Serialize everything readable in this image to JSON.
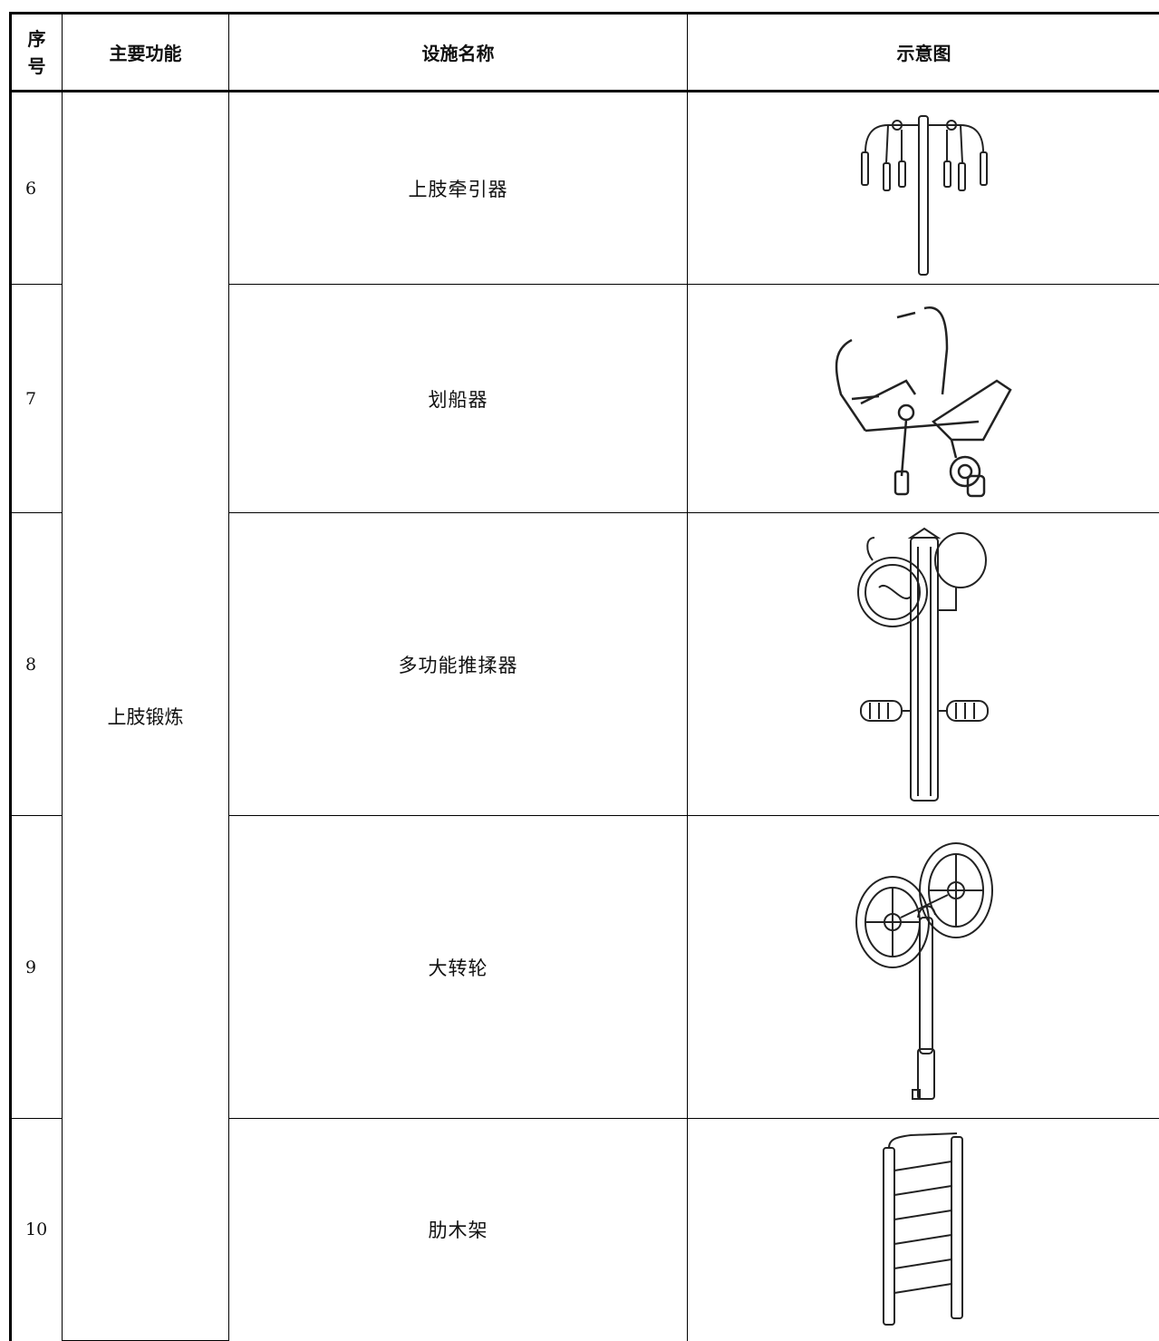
{
  "table": {
    "headers": {
      "no_line1": "序",
      "no_line2": "号",
      "function": "主要功能",
      "name": "设施名称",
      "image": "示意图"
    },
    "function_group": "上肢锻炼",
    "rows": [
      {
        "no": "6",
        "name": "上肢牵引器",
        "icon": "upper-limb-traction-icon"
      },
      {
        "no": "7",
        "name": "划船器",
        "icon": "rowing-machine-icon"
      },
      {
        "no": "8",
        "name": "多功能推揉器",
        "icon": "massage-pusher-icon"
      },
      {
        "no": "9",
        "name": "大转轮",
        "icon": "big-wheel-icon"
      },
      {
        "no": "10",
        "name": "肋木架",
        "icon": "wall-bars-icon"
      }
    ]
  }
}
